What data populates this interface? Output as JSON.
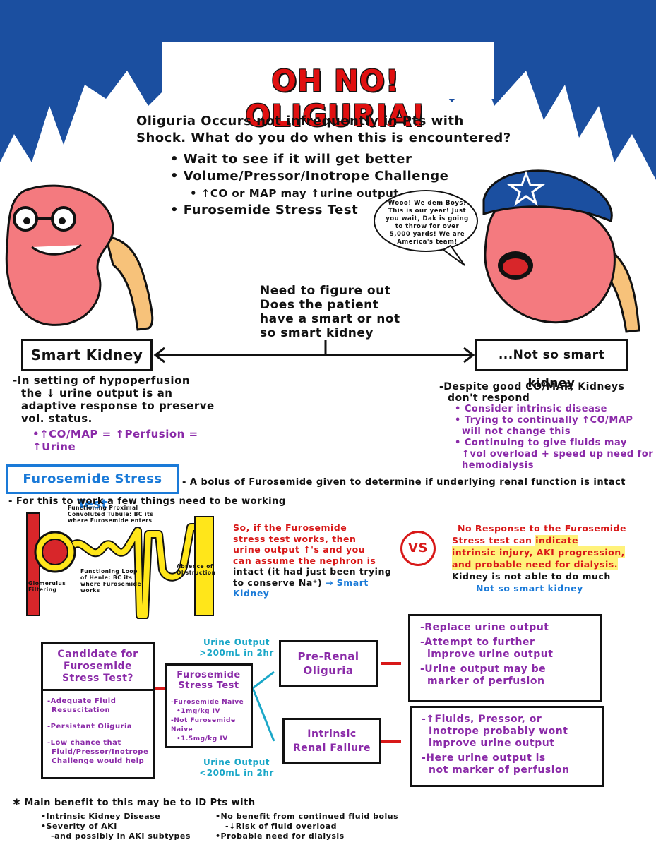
{
  "title": "OH NO! OLIGURIA!",
  "intro": {
    "line1": "Oliguria Occurs not infrequently in Pts with",
    "line2": "Shock. What do you do when this is encountered?",
    "bullets": [
      "• Wait to see if it will get better",
      "• Volume/Pressor/Inotrope Challenge",
      "• ↑CO or MAP may ↑urine output",
      "• Furosemide Stress Test"
    ]
  },
  "speech_bubble": "Wooo! We dem Boys! This is our year! Just you wait, Dak is going to throw for over 5,000 yards! We are America's team!",
  "center_question": [
    "Need to figure out",
    "Does the patient",
    "have a smart or not",
    "so smart kidney"
  ],
  "smart_kidney": {
    "label": "Smart Kidney",
    "desc": [
      "-In setting of hypoperfusion",
      "the ↓ urine output is an",
      "adaptive response to preserve",
      "vol. status."
    ],
    "formula": "•↑CO/MAP = ↑Perfusion = ↑Urine"
  },
  "not_smart_kidney": {
    "label": "...Not so smart kidney",
    "desc": [
      "-Despite good CO/MAP, Kidneys",
      "don't respond"
    ],
    "bullets": [
      "• Consider intrinsic disease",
      "• Trying to continually ↑CO/MAP",
      "will not change this",
      "• Continuing to give fluids may",
      "↑vol overload + speed up need for",
      "hemodialysis"
    ]
  },
  "fst": {
    "label": "Furosemide Stress Test",
    "desc": "- A bolus of Furosemide given to determine if underlying renal function is intact",
    "need": "- For this to work a few things need to be working"
  },
  "nephron": {
    "proximal": [
      "Functioning Proximal",
      "Convoluted Tubule: BC its",
      "where Furosemide enters"
    ],
    "glomerulus": [
      "Glomerulus",
      "Filtering"
    ],
    "loop": [
      "Functioning Loop",
      "of Henle: BC its",
      "where Furosemide",
      "works"
    ],
    "obstruction": [
      "Absence of",
      "Obstruction"
    ]
  },
  "works_text": [
    "So, if the Furosemide",
    "stress test works, then",
    "urine output ↑'s and you",
    "can assume the nephron is",
    "intact (it had just been trying",
    "to conserve Na⁺)"
  ],
  "works_arrow_label": "→ Smart Kidney",
  "vs": "VS",
  "fails_text": {
    "red1": "No Response to the Furosemide",
    "line2a": "Stress test",
    "line2b": "can",
    "hl1": "indicate",
    "hl2": "intrinsic injury, AKI progression,",
    "hl3": "and probable need for dialysis.",
    "line5": "Kidney is not able to do much",
    "blue": "Not so smart kidney"
  },
  "candidate": {
    "title": [
      "Candidate for",
      "Furosemide",
      "Stress Test?"
    ],
    "items": [
      "-Adequate Fluid",
      "Resuscitation",
      "-Persistant Oliguria",
      "-Low chance that",
      "Fluid/Pressor/Inotrope",
      "Challenge would help"
    ]
  },
  "fst_box": {
    "title": [
      "Furosemide",
      "Stress Test"
    ],
    "items": [
      "-Furosemide Naive",
      "•1mg/kg IV",
      "-Not Furosemide Naive",
      "•1.5mg/kg IV"
    ]
  },
  "urine_hi": [
    "Urine Output",
    ">200mL in 2hr"
  ],
  "urine_lo": [
    "Urine Output",
    "<200mL in 2hr"
  ],
  "prerenal": [
    "Pre-Renal",
    "Oliguria"
  ],
  "intrinsic": [
    "Intrinsic",
    "Renal Failure"
  ],
  "prerenal_box": [
    "-Replace urine output",
    "-Attempt to further",
    "improve urine output",
    "-Urine output may be",
    "marker of perfusion"
  ],
  "intrinsic_box": [
    "-↑Fluids, Pressor, or",
    "Inotrope probably wont",
    "improve urine output",
    "-Here urine output is",
    "not marker of perfusion"
  ],
  "benefit": {
    "heading": "✱ Main benefit to this may be to ID Pts with",
    "left": [
      "•Intrinsic Kidney Disease",
      "•Severity of AKI",
      "-and possibly in AKI subtypes"
    ],
    "right": [
      "•No benefit from continued fluid bolus",
      "-↓Risk of fluid overload",
      "•Probable need for dialysis"
    ]
  },
  "colors": {
    "banner": "#1b4fa0",
    "title": "#e01010",
    "purple": "#8a2aa8",
    "red": "#d81818",
    "blue": "#1a7ad8",
    "kidney": "#f47a7f",
    "ureter": "#f7c27a",
    "nephron": "#ffe61a",
    "vessel": "#d8262a"
  }
}
